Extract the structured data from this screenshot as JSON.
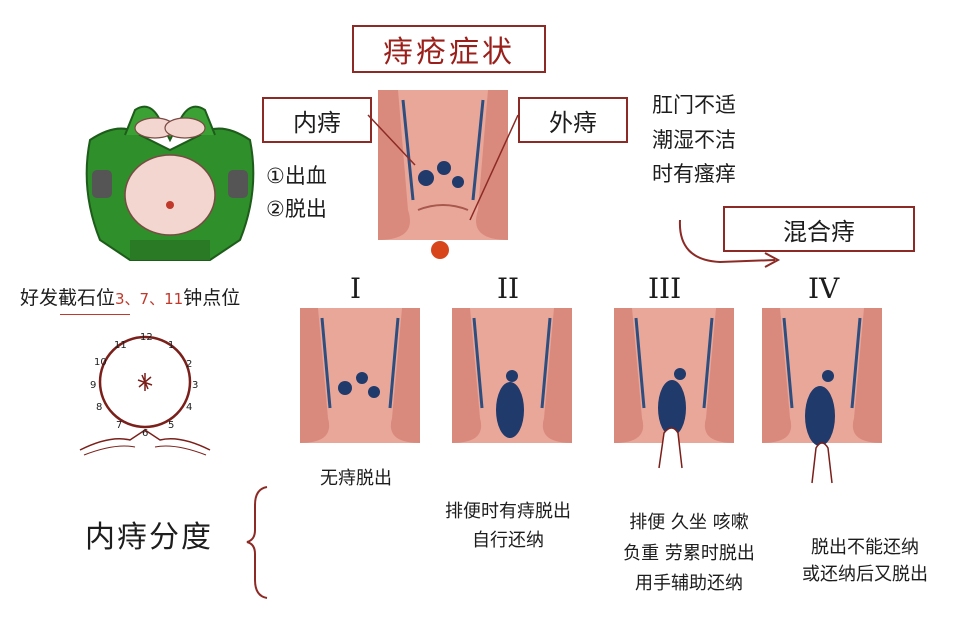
{
  "title": "痔疮症状",
  "labels": {
    "internal": "内痔",
    "external": "外痔",
    "mixed": "混合痔"
  },
  "internal_symptoms": [
    "①出血",
    "②脱出"
  ],
  "external_symptoms": [
    "肛门不适",
    "潮湿不洁",
    "时有瘙痒"
  ],
  "position_note": {
    "prefix": "好发截石位",
    "numbers": "3、7、11",
    "suffix": "钟点位"
  },
  "clock_numbers": [
    "12",
    "1",
    "2",
    "3",
    "4",
    "5",
    "6",
    "7",
    "8",
    "9",
    "10",
    "11"
  ],
  "grading_title": "内痔分度",
  "grades": [
    {
      "roman": "I",
      "desc": [
        "无痔脱出"
      ]
    },
    {
      "roman": "II",
      "desc": [
        "排便时有痔脱出",
        "自行还纳"
      ]
    },
    {
      "roman": "III",
      "desc": [
        "排便 久坐 咳嗽",
        "负重 劳累时脱出",
        "用手辅助还纳"
      ]
    },
    {
      "roman": "IV",
      "desc": [
        "脱出不能还纳",
        "或还纳后又脱出"
      ]
    }
  ],
  "colors": {
    "accent": "#9a1f1a",
    "robe": "#2f8f2a",
    "tissue": "#e9a79a",
    "vein": "#2d4e7e",
    "hemorrhoid": "#1f3a6b"
  }
}
